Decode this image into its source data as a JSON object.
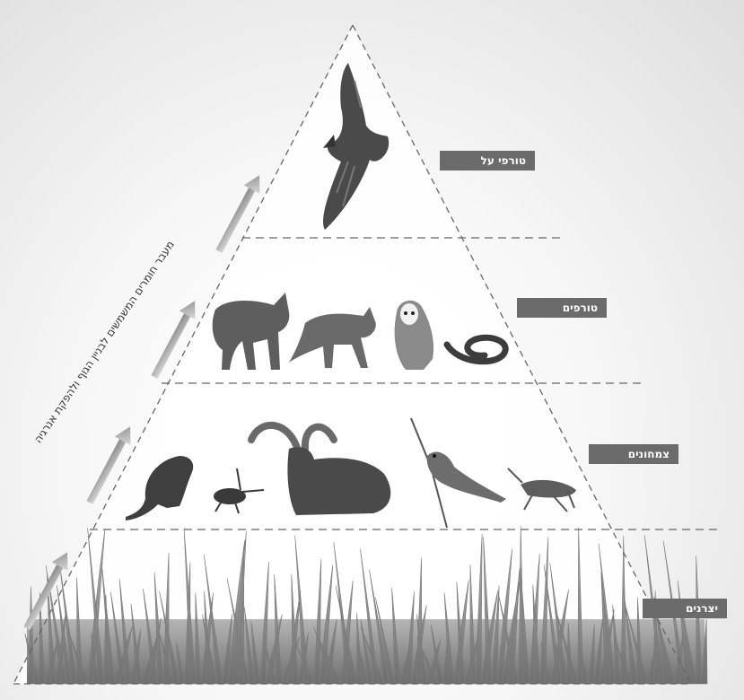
{
  "levels": {
    "apex_predators": "טורפי על",
    "predators": "טורפים",
    "herbivores": "צמחונים",
    "producers": "יצרנים"
  },
  "side_caption": "מעבר חומרים המשמשים לבניין הגוף ולהפקת אנרגיה",
  "organisms": {
    "apex": [
      "eagle"
    ],
    "predators": [
      "wolf",
      "fox",
      "barn-owl",
      "snake"
    ],
    "herbivores": [
      "rodent",
      "beetle",
      "ibex",
      "songbird",
      "grasshopper"
    ],
    "producers": [
      "grass"
    ]
  }
}
